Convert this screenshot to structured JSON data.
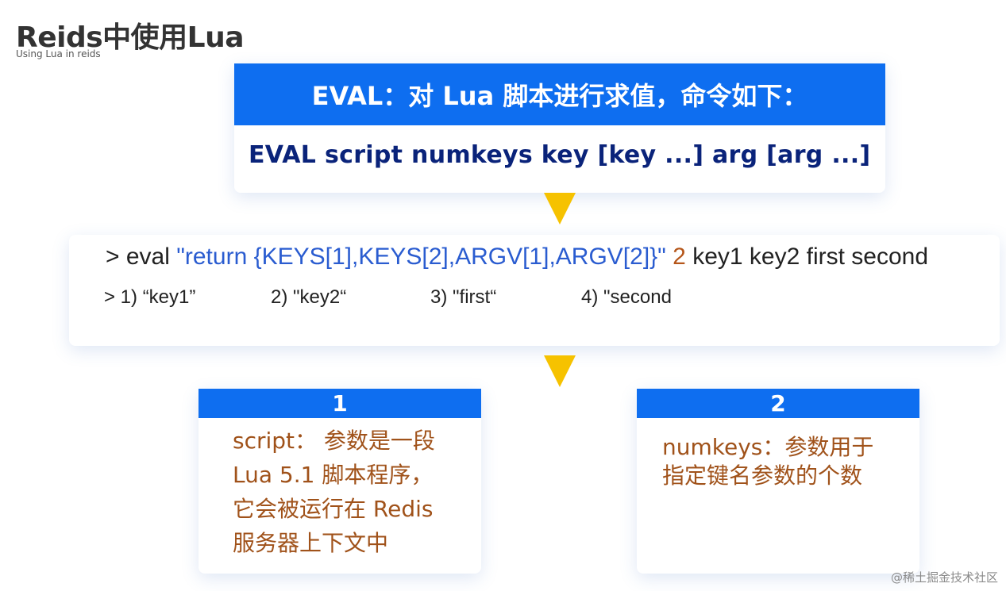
{
  "slide": {
    "title": "Reids中使用Lua",
    "subtitle": "Using Lua in reids"
  },
  "eval_card": {
    "header": "EVAL：对 Lua 脚本进行求值，命令如下：",
    "syntax": "EVAL script numkeys key [key ...] arg [arg ...]"
  },
  "command": {
    "prompt": "> eval ",
    "script": "\"return {KEYS[1],KEYS[2],ARGV[1],ARGV[2]}\"",
    "numkeys": " 2",
    "rest": " key1 key2 first second",
    "results": [
      "> 1) “key1”",
      "2) \"key2“",
      "3) \"first“",
      "4) \"second"
    ]
  },
  "boxes": [
    {
      "number": "1",
      "text": "script： 参数是一段\nLua 5.1 脚本程序，\n它会被运行在 Redis\n服务器上下文中"
    },
    {
      "number": "2",
      "text": "numkeys：参数用于\n指定键名参数的个数"
    }
  ],
  "watermark": "@稀土掘金技术社区",
  "colors": {
    "accent_blue": "#0e6ef0",
    "syntax_navy": "#0a237a",
    "string_blue": "#2a5cd0",
    "number_orange": "#b5561a",
    "box_text_brown": "#a0521a",
    "arrow_yellow": "#f6c200"
  }
}
